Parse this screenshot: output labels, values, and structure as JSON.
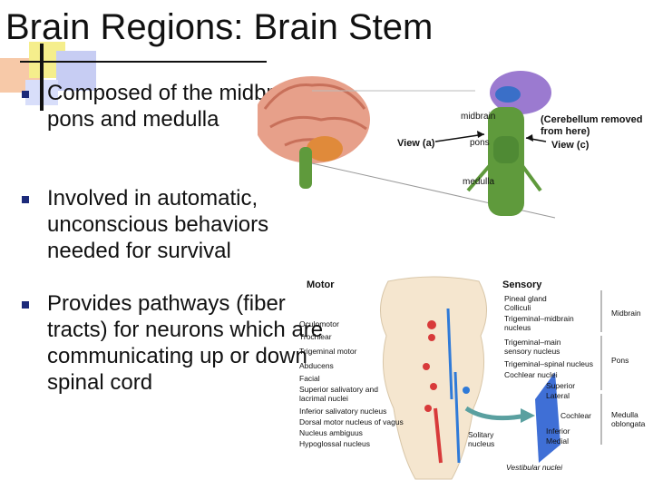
{
  "slide": {
    "title": "Brain Regions: Brain Stem",
    "bullets": [
      "Composed of the midbrain, pons and medulla",
      "Involved in automatic, unconscious behaviors needed for survival",
      "Provides pathways (fiber tracts) for neurons which are communicating up or down spinal cord"
    ]
  },
  "figure_top": {
    "labels": {
      "midbrain": "midbrain",
      "pons": "pons",
      "medulla": "medulla",
      "view_a": "View (a)",
      "cerebellum_removed": "(Cerebellum removed from here)",
      "view_c": "View (c)"
    }
  },
  "figure_bottom": {
    "motor_heading": "Motor",
    "sensory_heading": "Sensory",
    "motor_nuclei": [
      "Oculomotor",
      "Trochlear",
      "Trigeminal motor",
      "Abducens",
      "Facial",
      "Superior salivatory and lacrimal nuclei",
      "Inferior salivatory nucleus",
      "Dorsal motor nucleus of vagus",
      "Nucleus ambiguus",
      "Hypoglossal nucleus"
    ],
    "sensory_nuclei": [
      "Pineal gland",
      "Colliculi",
      "Trigeminal–midbrain nucleus",
      "Trigeminal–main sensory nucleus",
      "Trigeminal–spinal nucleus",
      "Cochlear nuclei",
      "Superior",
      "Lateral",
      "Cochlear",
      "Inferior",
      "Medial",
      "Solitary nucleus",
      "Vestibular nuclei"
    ],
    "regions": [
      "Midbrain",
      "Pons",
      "Medulla oblongata"
    ]
  },
  "colors": {
    "bullet": "#1c2a7a",
    "brain_pink": "#e7a08a",
    "brain_orange": "#e08a3a",
    "brainstem_green": "#5f9a3c",
    "midbrain_purple": "#9b7ad0",
    "motor_red": "#d83a3a",
    "sensory_blue": "#2f7ad8"
  }
}
